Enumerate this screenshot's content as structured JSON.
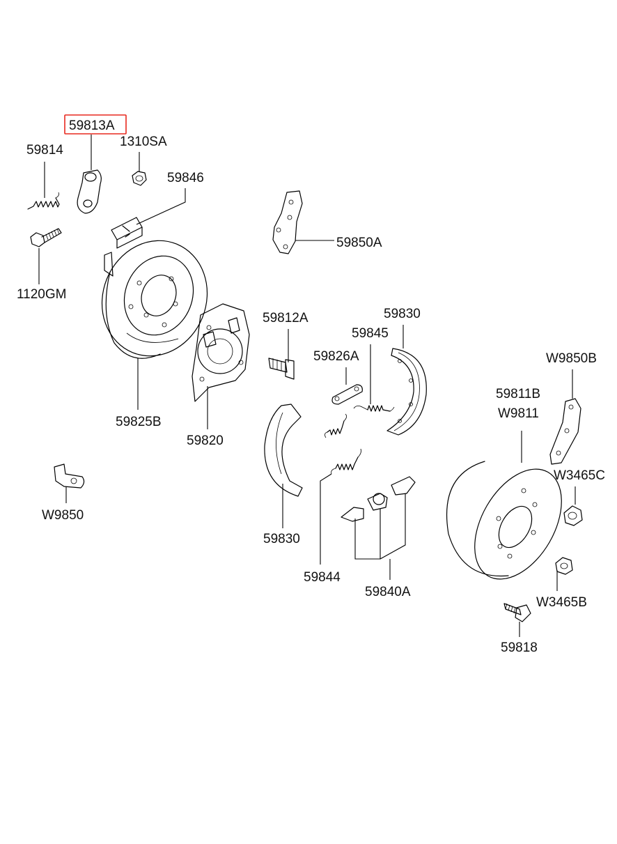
{
  "highlight": {
    "part_number": "59813A",
    "color": "#e8281e"
  },
  "callouts": {
    "c59813A": "59813A",
    "c59814": "59814",
    "c1310SA": "1310SA",
    "c59846": "59846",
    "c59850A": "59850A",
    "c1120GM": "1120GM",
    "c59812A": "59812A",
    "c59830_top": "59830",
    "c59845": "59845",
    "c59826A": "59826A",
    "cW9850B": "W9850B",
    "c59811B": "59811B",
    "cW9811": "W9811",
    "c59825B": "59825B",
    "c59820": "59820",
    "cW3465C": "W3465C",
    "cW9850": "W9850",
    "c59830_bottom": "59830",
    "c59844": "59844",
    "c59840A": "59840A",
    "cW3465B": "W3465B",
    "c59818": "59818"
  }
}
